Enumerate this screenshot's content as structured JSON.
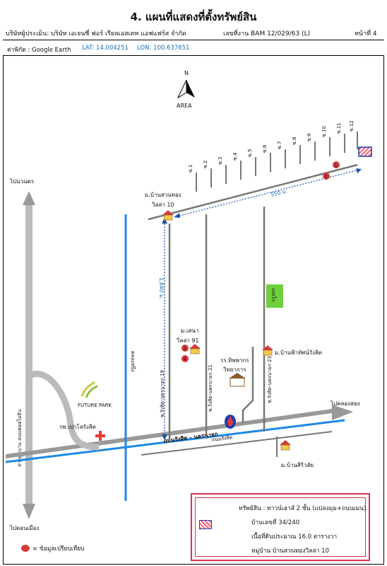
{
  "title": "4. แผนที่แสดงที่ตั้งทรัพย์สิน",
  "header": {
    "company": "บริษัทผู้ประเมิน: บริษัท เอเจนซี่ ฟอร์ เรียลเอสเตท แอฟแฟร์ส จำกัด",
    "job_no": "เลขที่งาน BAM 12/029/63 (L)",
    "page_no": "หน้าที่ 4"
  },
  "coords": {
    "label": "ค่าพิกัด : Google Earth",
    "lat": "LAT:  14.004251",
    "lon": "LON:  100.637651"
  },
  "compass": {
    "n": "N",
    "area": "AREA"
  },
  "map": {
    "dir_top_left": "ไปนวนคร",
    "dir_bottom_left": "ไปดอนเมือง",
    "dir_right": "ไปคลองสอง",
    "left_highway": "ทางคู่ขนาน ถนนพหลโยธิน",
    "main_road": "ถนนรังสิต - นครนายก",
    "main_road_2": "ถนนรังสิต",
    "canal": "คลองหนึ่ง",
    "soi19": "ซ.รังสิต-นครนายก 19",
    "soi21": "ซ.รังสิต-นครนายก 21",
    "soi23": "ซ.รังสิต-นครนายก 23",
    "village_top": "ม.บ้านสวนทอง",
    "village_top_2": "วิลล่า 10",
    "village_sena": "ม.เสนา",
    "village_sena_2": "วิลล่า 91",
    "school": "รร.ทิพพากร",
    "school_2": "วิทยาการ",
    "village_rangsit": "ม.บ้านฟ้าทัศน์รังสิต",
    "village_siri": "ม.บ้านสิริวลัย",
    "hospital": "รพ.เปาโลรังสิต",
    "mall": "FUTURE PARK",
    "park": "เทสโก",
    "dist_horizontal": "550 ม.",
    "dist_vertical": "1,640 ม.",
    "sois": [
      "ซ.1",
      "ซ.2",
      "ซ.3",
      "ซ.4",
      "ซ.5",
      "ซ.6",
      "ซ.7",
      "ซ.8",
      "ซ.9",
      "ซ.10",
      "ซ.11",
      "ซ.12"
    ],
    "markers": [
      "1",
      "2",
      "3",
      "4"
    ]
  },
  "legend": {
    "property": "ทรัพย์สิน : ทาวน์เฮาส์ 2 ชั้น (แปลงมุม+ถนนเมน)",
    "house_no": "บ้านเลขที่ 34/240",
    "area": "เนื้อที่ดินประมาณ 16.0 ตารางวา",
    "village": "หมู่บ้าน บ้านสวนทองวิลล่า 10"
  },
  "note": "= ข้อมูลเปรียบเทียบ",
  "colors": {
    "marker": "#d63b3b",
    "blue_road": "#1e88e5",
    "dotted": "#1a4fb0",
    "legend_border": "#d3344a",
    "park": "#6fcf3c"
  }
}
